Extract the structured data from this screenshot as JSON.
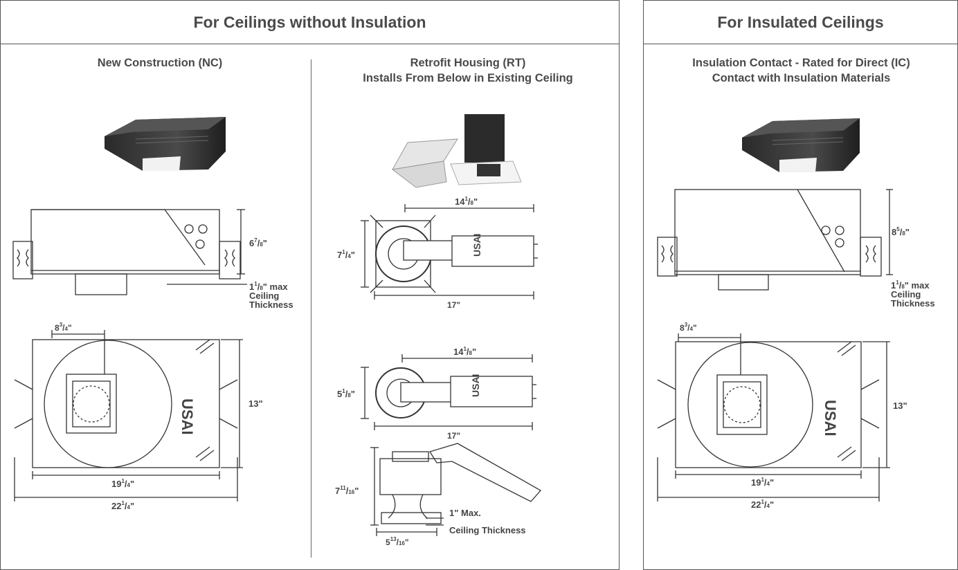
{
  "sections": {
    "no_insulation": {
      "title": "For Ceilings without Insulation",
      "nc": {
        "title": "New Construction (NC)",
        "side_height": {
          "whole": "6",
          "num": "7",
          "den": "8",
          "tail": "\""
        },
        "ceiling_note": {
          "whole": "1",
          "num": "1",
          "den": "8",
          "tail": "\" max",
          "line2": "Ceiling",
          "line3": "Thickness"
        },
        "top_offset": {
          "whole": "8",
          "num": "3",
          "den": "4",
          "tail": "\""
        },
        "top_depth": "13\"",
        "top_width_inner": {
          "whole": "19",
          "num": "1",
          "den": "4",
          "tail": "\""
        },
        "top_width_outer": {
          "whole": "22",
          "num": "1",
          "den": "4",
          "tail": "\""
        },
        "brand": "USAI"
      },
      "rt": {
        "title_line1": "Retrofit Housing (RT)",
        "title_line2": "Installs From Below in Existing Ceiling",
        "sq_length": {
          "whole": "14",
          "num": "1",
          "den": "8",
          "tail": "\""
        },
        "sq_height": {
          "whole": "7",
          "num": "1",
          "den": "4",
          "tail": "\""
        },
        "sq_total": "17\"",
        "rd_length": {
          "whole": "14",
          "num": "1",
          "den": "8",
          "tail": "\""
        },
        "rd_height": {
          "whole": "5",
          "num": "1",
          "den": "8",
          "tail": "\""
        },
        "rd_total": "17\"",
        "side_height": {
          "whole": "7",
          "num": "11",
          "den": "16",
          "tail": "\""
        },
        "side_width": {
          "whole": "5",
          "num": "13",
          "den": "16",
          "tail": "\""
        },
        "ceiling_note_line1": "1\" Max.",
        "ceiling_note_line2": "Ceiling Thickness",
        "brand": "USAI"
      }
    },
    "insulated": {
      "title": "For Insulated Ceilings",
      "ic": {
        "title_line1": "Insulation Contact - Rated for Direct  (IC)",
        "title_line2": "Contact with Insulation Materials",
        "side_height": {
          "whole": "8",
          "num": "5",
          "den": "8",
          "tail": "\""
        },
        "ceiling_note": {
          "whole": "1",
          "num": "1",
          "den": "8",
          "tail": "\" max",
          "line2": "Ceiling",
          "line3": "Thickness"
        },
        "top_offset": {
          "whole": "8",
          "num": "3",
          "den": "4",
          "tail": "\""
        },
        "top_depth": "13\"",
        "top_width_inner": {
          "whole": "19",
          "num": "1",
          "den": "4",
          "tail": "\""
        },
        "top_width_outer": {
          "whole": "22",
          "num": "1",
          "den": "4",
          "tail": "\""
        },
        "brand": "USAI"
      }
    }
  }
}
